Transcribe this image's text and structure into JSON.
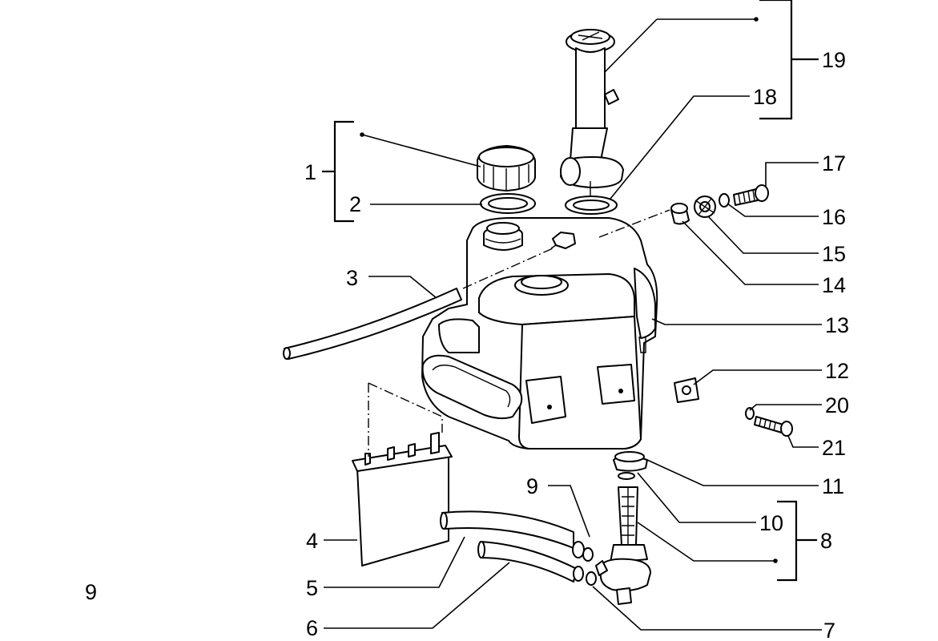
{
  "page_number": "9",
  "callouts": {
    "c1": "1",
    "c2": "2",
    "c3": "3",
    "c4": "4",
    "c5": "5",
    "c6": "6",
    "c7": "7",
    "c8": "8",
    "c9": "9",
    "c10": "10",
    "c11": "11",
    "c12": "12",
    "c13": "13",
    "c14": "14",
    "c15": "15",
    "c16": "16",
    "c17": "17",
    "c18": "18",
    "c19": "19",
    "c20": "20",
    "c21": "21"
  }
}
